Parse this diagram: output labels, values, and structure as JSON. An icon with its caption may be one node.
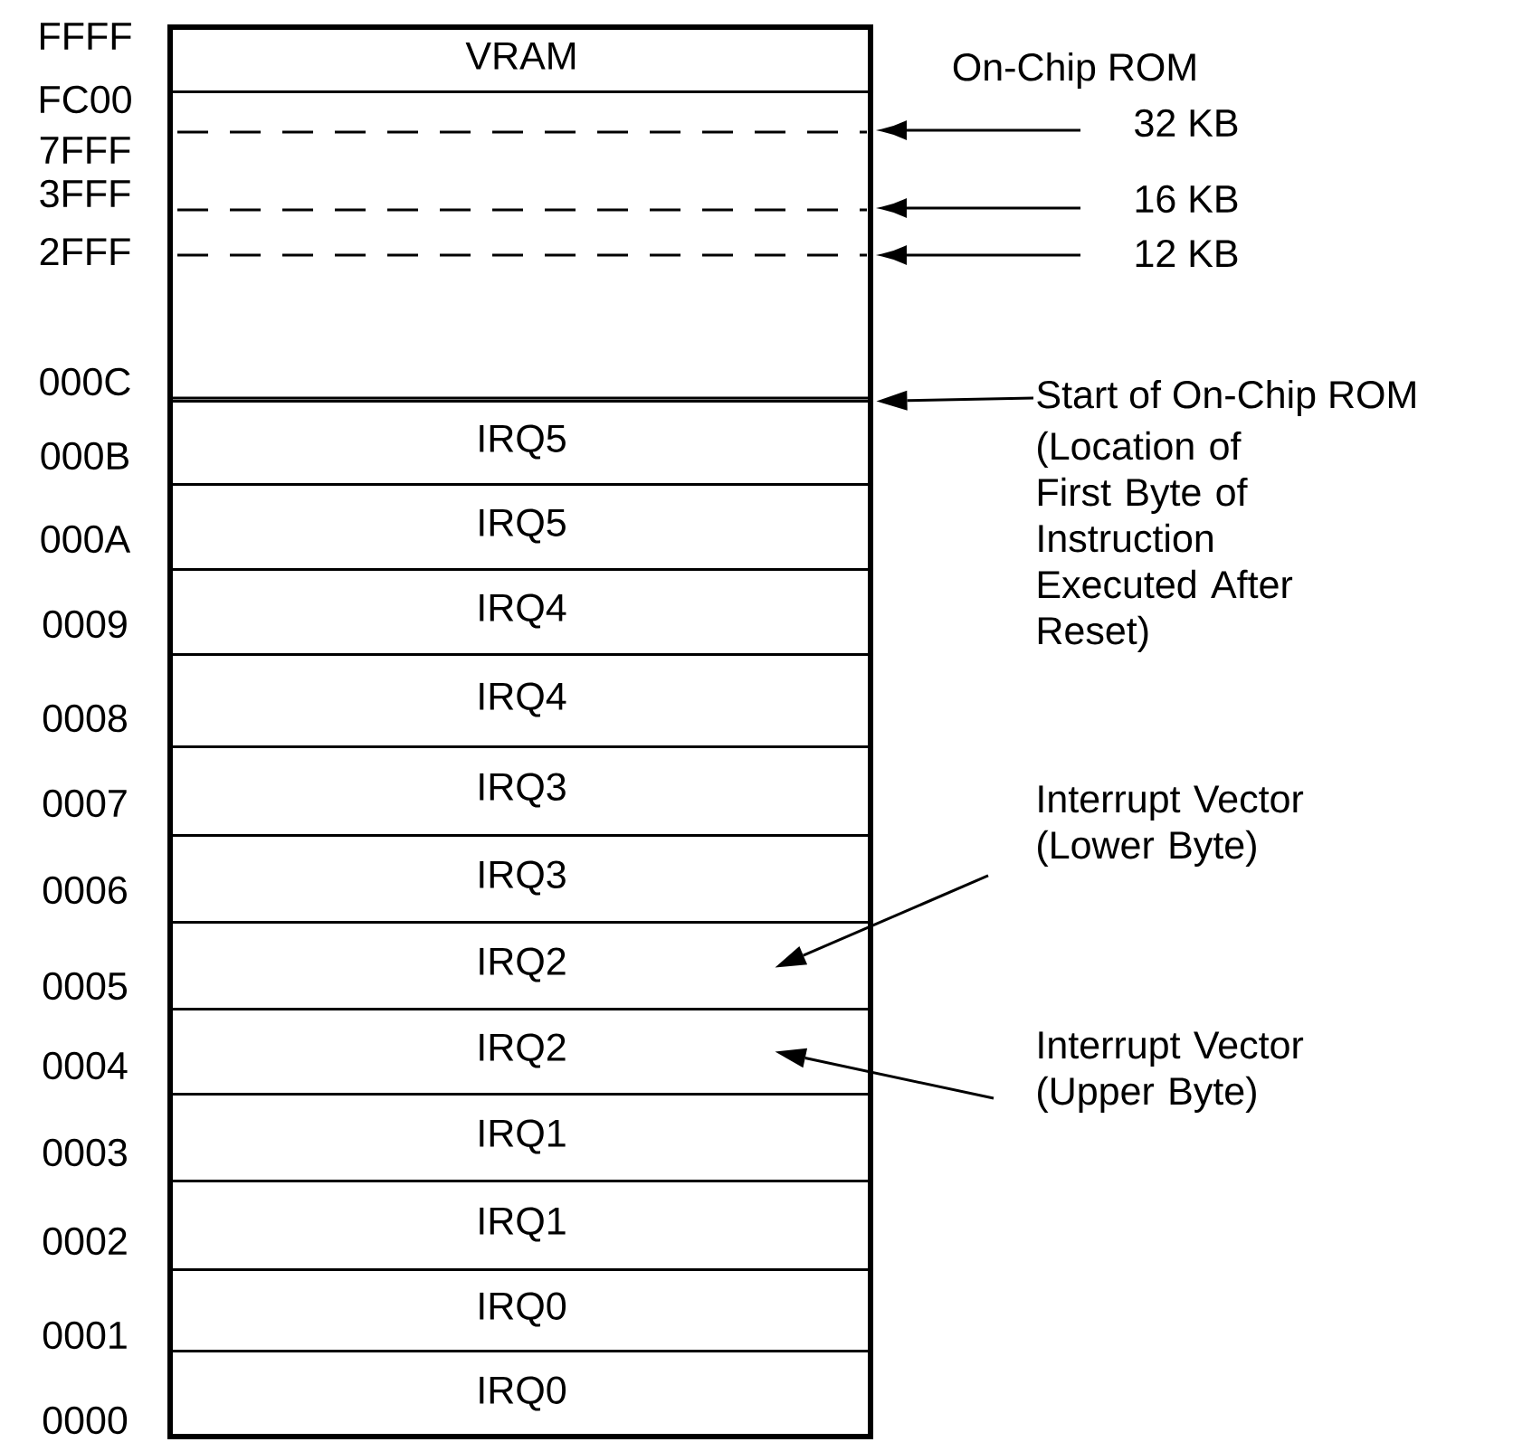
{
  "diagram": {
    "nodes": [
      {
        "text": [
          "VRAM"
        ]
      },
      {
        "text": [
          "IRQ5"
        ]
      },
      {
        "text": [
          "IRQ5"
        ]
      },
      {
        "text": [
          "IRQ4"
        ]
      },
      {
        "text": [
          "IRQ4"
        ]
      },
      {
        "text": [
          "IRQ3"
        ]
      },
      {
        "text": [
          "IRQ3"
        ]
      },
      {
        "text": [
          "IRQ2"
        ]
      },
      {
        "text": [
          "IRQ2"
        ]
      },
      {
        "text": [
          "IRQ1"
        ]
      },
      {
        "text": [
          "IRQ1"
        ]
      },
      {
        "text": [
          "IRQ0"
        ]
      },
      {
        "text": [
          "IRQ0"
        ]
      },
      {
        "text": [
          "32 KB"
        ]
      },
      {
        "text": [
          "16 KB"
        ]
      },
      {
        "text": [
          "12 KB"
        ]
      },
      {
        "text": [
          "Start of On-Chip ROM",
          "(Location of First Byte of Instruction Executed After Reset)"
        ]
      },
      {
        "text": [
          "Interrupt Vector (Lower Byte)"
        ]
      },
      {
        "text": [
          "Interrupt Vector (Upper Byte)"
        ]
      }
    ],
    "edges": [
      {
        "from": 13,
        "to": null,
        "arrow": "to"
      },
      {
        "from": 14,
        "to": null,
        "arrow": "to"
      },
      {
        "from": 15,
        "to": null,
        "arrow": "to"
      },
      {
        "from": 16,
        "to": 1,
        "arrow": "to"
      },
      {
        "from": 17,
        "to": 7,
        "arrow": "to"
      },
      {
        "from": 18,
        "to": 8,
        "arrow": "to"
      }
    ],
    "labels": [
      "FFFF",
      "FC00",
      "7FFF",
      "3FFF",
      "2FFF",
      "000C",
      "000B",
      "000A",
      "0009",
      "0008",
      "0007",
      "0006",
      "0005",
      "0004",
      "0003",
      "0002",
      "0001",
      "0000",
      "On-Chip ROM"
    ]
  }
}
